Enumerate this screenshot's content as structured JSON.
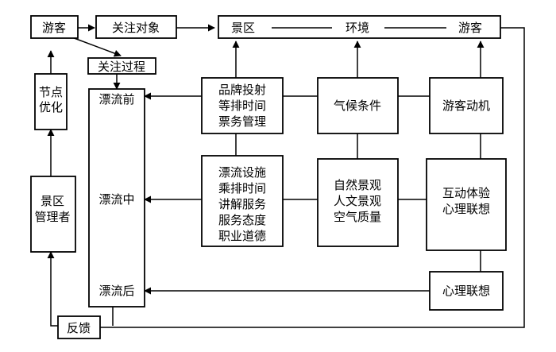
{
  "nodes": {
    "tourist_top": "游客",
    "focus_object": "关注对象",
    "focus_process": "关注过程",
    "banner": {
      "scenic": "景区",
      "environment": "环境",
      "tourist": "游客"
    },
    "node_optimize": [
      "节点",
      "优化"
    ],
    "scenic_manager": [
      "景区",
      "管理者"
    ],
    "rafting_before": "漂流前",
    "rafting_middle": "漂流中",
    "rafting_after": "漂流后",
    "feedback": "反馈",
    "brand": [
      "品牌投射",
      "等排时间",
      "票务管理"
    ],
    "climate": "气候条件",
    "motive": "游客动机",
    "facilities": [
      "漂流设施",
      "乘排时间",
      "讲解服务",
      "服务态度",
      "职业道德"
    ],
    "landscape": [
      "自然景观",
      "人文景观",
      "空气质量"
    ],
    "interaction": [
      "互动体验",
      "心理联想"
    ],
    "association": "心理联想"
  }
}
